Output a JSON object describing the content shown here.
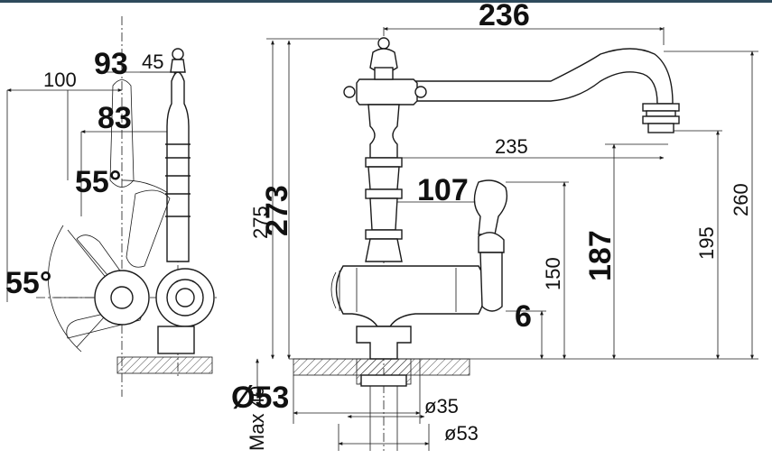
{
  "colors": {
    "line": "#1a1a1a",
    "text": "#111111",
    "background": "#ffffff",
    "top_border": "#2e4a5c"
  },
  "side_view": {
    "dim_93": "93",
    "dim_45": "45",
    "dim_100": "100",
    "dim_83": "83",
    "angle_top": "55°",
    "angle_left": "55°"
  },
  "front_view": {
    "dim_236": "236",
    "dim_235": "235",
    "dim_107": "107",
    "dim_275": "275",
    "dim_273": "273",
    "dim_260": "260",
    "dim_195": "195",
    "dim_187": "187",
    "dim_150": "150",
    "dim_6": "6",
    "dim_d53_big": "Ø53",
    "dim_max40": "Max 40",
    "dim_d35": "ø35",
    "dim_d53_small": "ø53"
  }
}
